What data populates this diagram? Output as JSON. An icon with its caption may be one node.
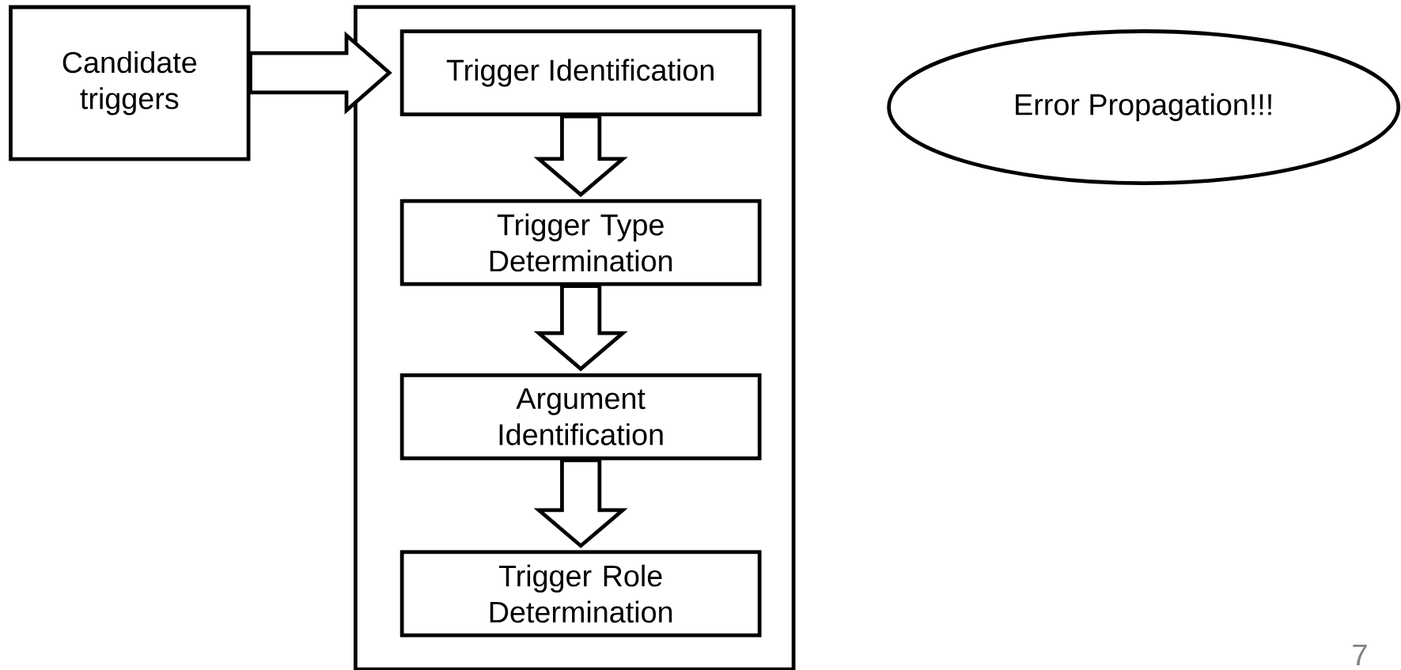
{
  "diagram": {
    "nodes": [
      {
        "text": [
          "Candidate triggers"
        ]
      },
      {
        "text": [],
        "shape": "box"
      },
      {
        "text": [
          "Trigger Identification"
        ],
        "in": 1
      },
      {
        "text": [
          "Trigger Type Determination"
        ],
        "in": 1
      },
      {
        "text": [
          "Argument Identification"
        ],
        "in": 1
      },
      {
        "text": [
          "Trigger Role Determination"
        ],
        "in": 1
      },
      {
        "text": [
          "Error Propagation!!!"
        ]
      }
    ],
    "edges": [
      {
        "from": 0,
        "to": 2,
        "arrow": "to"
      },
      {
        "from": 2,
        "to": 3,
        "arrow": "to"
      },
      {
        "from": 3,
        "to": 4,
        "arrow": "to"
      },
      {
        "from": 4,
        "to": 5,
        "arrow": "to"
      }
    ],
    "labels": [
      "7"
    ]
  }
}
